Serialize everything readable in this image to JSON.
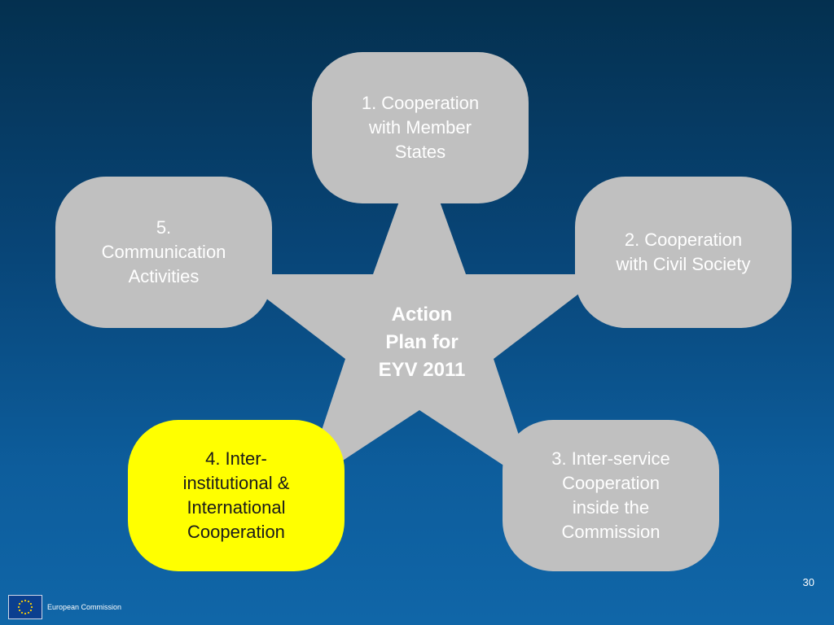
{
  "diagram": {
    "center": {
      "lines": [
        "Action",
        "Plan for",
        "EYV 2011"
      ]
    },
    "boxes": [
      {
        "id": "1",
        "lines": [
          "1. Cooperation",
          "with Member",
          "States"
        ],
        "highlighted": false
      },
      {
        "id": "2",
        "lines": [
          "2. Cooperation",
          "with Civil Society"
        ],
        "highlighted": false
      },
      {
        "id": "3",
        "lines": [
          "3. Inter-service",
          "Cooperation",
          "inside the",
          "Commission"
        ],
        "highlighted": false
      },
      {
        "id": "4",
        "lines": [
          "4. Inter-",
          "institutional &",
          "International",
          "Cooperation"
        ],
        "highlighted": true
      },
      {
        "id": "5",
        "lines": [
          "5.",
          "Communication",
          "Activities"
        ],
        "highlighted": false
      }
    ]
  },
  "footer": {
    "organization": "European Commission",
    "page_number": "30",
    "flag_icon": "eu-flag-icon"
  },
  "colors": {
    "shape": "#c0c0c0",
    "highlight": "#ffff00",
    "flag_star": "#ffd200"
  }
}
